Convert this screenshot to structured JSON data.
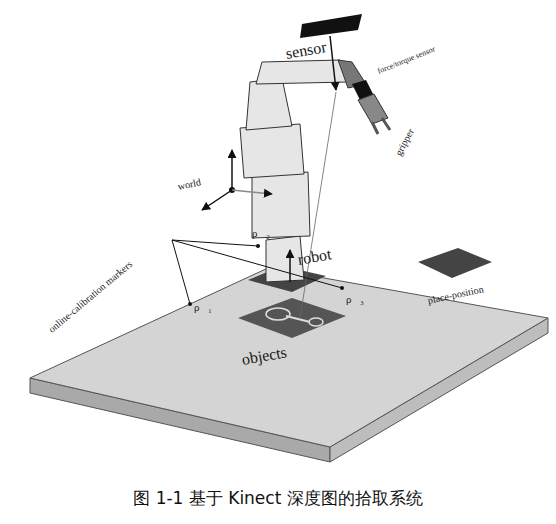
{
  "diagram": {
    "caption": "图 1-1 基于 Kinect 深度图的拾取系统",
    "labels": [
      "sensor",
      "force/torque sensor",
      "gripper",
      "world",
      "online-calibration markers",
      "ρ⃗₂",
      "robot",
      "ρ⃗₃",
      "ρ⃗₁",
      "objects",
      "place-position"
    ]
  }
}
